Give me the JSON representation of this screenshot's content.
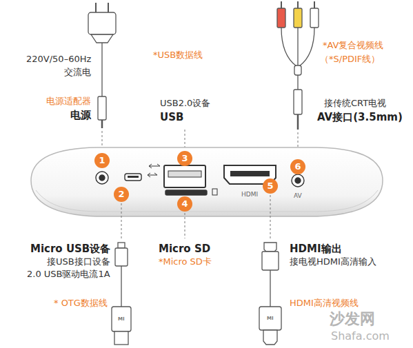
{
  "diagram": {
    "labels": [
      "220V/50–60Hz",
      "交流电",
      "电源适配器",
      "电源",
      "*USB数据线",
      "USB2.0设备",
      "USB",
      "*AV复合视频线",
      "（*S/PDIF线）",
      "接传统CRT电视",
      "AV接口(3.5mm)",
      "1",
      "2",
      "3",
      "4",
      "5",
      "6",
      "HDMI",
      "AV",
      "Micro USB设备",
      "接USB接口设备",
      "2.0 USB驱动电流1A",
      "* OTG数据线",
      "Micro SD",
      "*Micro SD卡",
      "HDMI输出",
      "接电视HDMI高清输入",
      "HDMI高清视频线",
      "MI",
      "MI",
      "沙发网",
      "Shafa.com"
    ]
  }
}
